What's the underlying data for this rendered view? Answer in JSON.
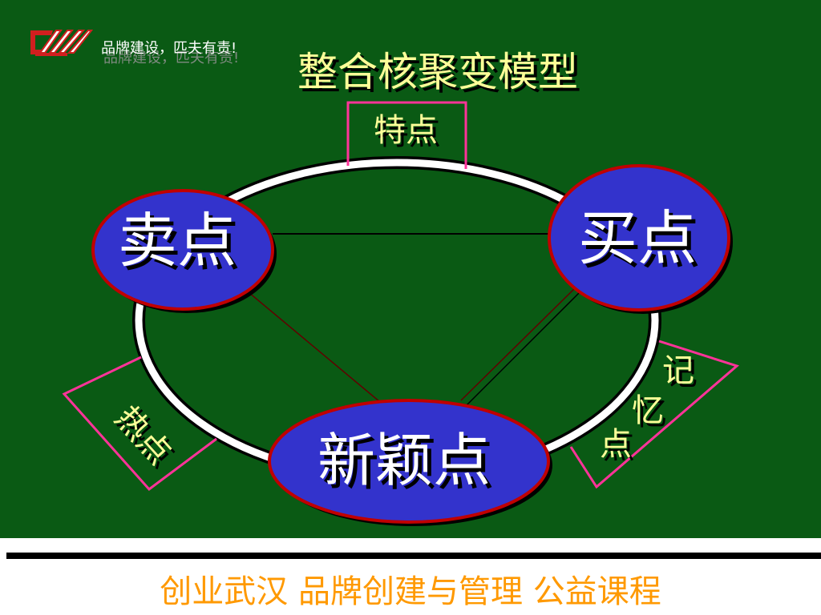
{
  "header": {
    "brand_text": "品牌建设，匹夫有责!",
    "title": "整合核聚变模型"
  },
  "diagram": {
    "nodes": {
      "sell_point": "卖点",
      "buy_point": "买点",
      "novel_point": "新颖点"
    },
    "tags": {
      "feature": "特点",
      "hot_point": "热点",
      "memory_char_1": "记",
      "memory_char_2": "忆",
      "memory_char_3": "点"
    }
  },
  "footer": {
    "text": "创业武汉  品牌创建与管理  公益课程"
  },
  "colors": {
    "background": "#0a5a14",
    "node_fill": "#3333cc",
    "node_border": "#c00000",
    "tag_border": "#ff3399",
    "title_text": "#ffff99",
    "footer_text": "#ff9900"
  }
}
